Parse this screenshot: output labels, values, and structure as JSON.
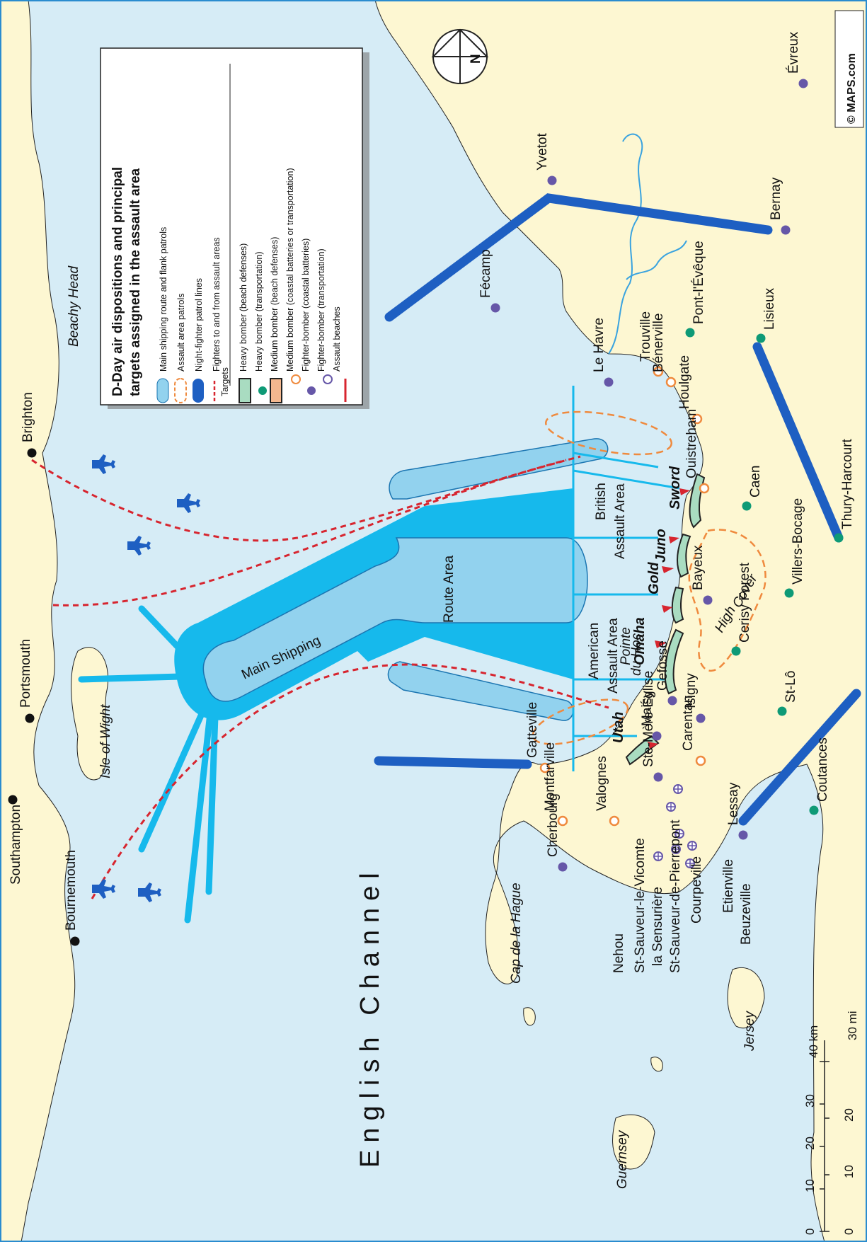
{
  "title": "D-Day air dispositions and principal targets assigned in the assault area",
  "title_lines": [
    "D-Day air dispositions and principal",
    "targets assigned in the assault area"
  ],
  "copyright": "© MAPS.com",
  "sea_name": "English Channel",
  "areas": {
    "route_area": "Route Area",
    "main_shipping": "Main Shipping",
    "british": [
      "British",
      "Assault Area"
    ],
    "american": [
      "American",
      "Assault Area"
    ],
    "high_cover": [
      "High",
      "Cover"
    ]
  },
  "beaches": [
    "Sword",
    "Juno",
    "Gold",
    "Omaha",
    "Utah"
  ],
  "england_places": [
    "Southampton",
    "Portsmouth",
    "Brighton",
    "Bournemouth"
  ],
  "other_labels": [
    "Beachy Head",
    "Isle of Wight",
    "Cap de la Hague",
    "Pointe du Hoc",
    "Guernsey",
    "Jersey"
  ],
  "pointe_du_hoc": [
    "Pointe",
    "du Hoc"
  ],
  "targets": {
    "transport_purple": [
      "Fécamp",
      "Yvetot",
      "Évreux",
      "Bernay",
      "Le Havre",
      "Bayeux",
      "Gefosse",
      "Isigny",
      "Ste-Mère-Église",
      "Cherbourg",
      "Lessay",
      "Maisy"
    ],
    "coastal_green": [
      "Pont-l'Évêque",
      "Lisieux",
      "Caen",
      "Villers-Bocage",
      "Thury-Harcourt",
      "St-Lô",
      "Cerisy Forest",
      "Coutances"
    ],
    "coastal_orange": [
      "Trouville",
      "Bénerville",
      "Houlgate",
      "Ouistreham",
      "Gatteville",
      "Montfarville",
      "Valognes",
      "Carentan"
    ],
    "fighter_bomber": [
      "Nehou",
      "St-Sauveur-le-Vicomte",
      "la Sensurière",
      "St-Sauveur-de-Pierrepont",
      "Courpeville",
      "Etienville",
      "Beuzeville"
    ]
  },
  "legend": {
    "items": [
      "Main shipping route and flank patrols",
      "Assault area patrols",
      "Night-fighter patrol lines",
      "Fighters to and from assault areas"
    ],
    "targets_header": "Targets",
    "target_items": [
      "Heavy bomber (beach defenses)",
      "Heavy bomber (transportation)",
      "Medium bomber (beach defenses)",
      "Medium bomber (coastal batteries or transportation)",
      "Fighter-bomber (coastal batteries)",
      "Fighter-bomber (transportation)",
      "Assault beaches"
    ]
  },
  "scale": {
    "km_label": "40 km",
    "mi_label": "30 mi",
    "ticks": [
      "0",
      "10",
      "20",
      "30",
      "10",
      "0",
      "20"
    ]
  },
  "compass": "N",
  "colors": {
    "sea": "#d6ecf6",
    "land": "#fdf7d2",
    "shipping": "#16b9ec",
    "route": "#92d2ee",
    "night_patrol": "#1e5fc2",
    "fighter_route": "#d7252f",
    "assault_patrol": "#ef8a3e",
    "transport_target": "#6657a8",
    "coastal_target": "#0e9a76",
    "river": "#3aa3df"
  }
}
